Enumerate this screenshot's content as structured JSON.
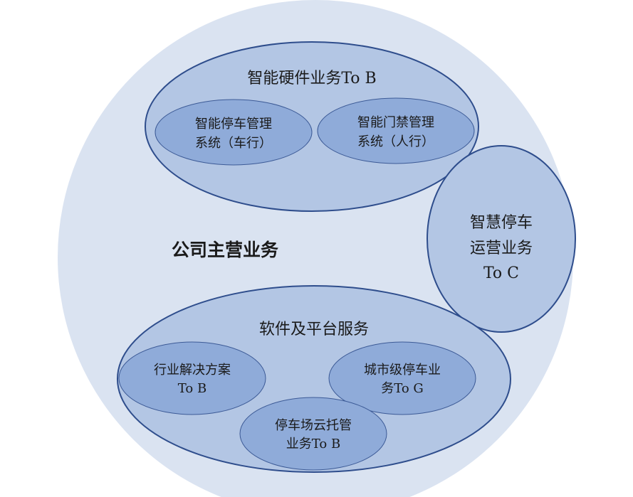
{
  "title": "公司主营业务",
  "hardware": {
    "title": "智能硬件业务To B",
    "items": [
      {
        "line1": "智能停车管理",
        "line2": "系统（车行）"
      },
      {
        "line1": "智能门禁管理",
        "line2": "系统（人行）"
      }
    ]
  },
  "operations": {
    "line1": "智慧停车",
    "line2": "运营业务",
    "line3": "To C"
  },
  "software": {
    "title": "软件及平台服务",
    "items": [
      {
        "line1": "行业解决方案",
        "line2": "To B"
      },
      {
        "line1": "城市级停车业",
        "line2": "务To G"
      },
      {
        "line1": "停车场云托管",
        "line2": "业务To B"
      }
    ]
  },
  "colors": {
    "outer": "#dae3f1",
    "level1": "#b3c6e4",
    "level2": "#8fabd9",
    "stroke": "#2e4d8c"
  }
}
